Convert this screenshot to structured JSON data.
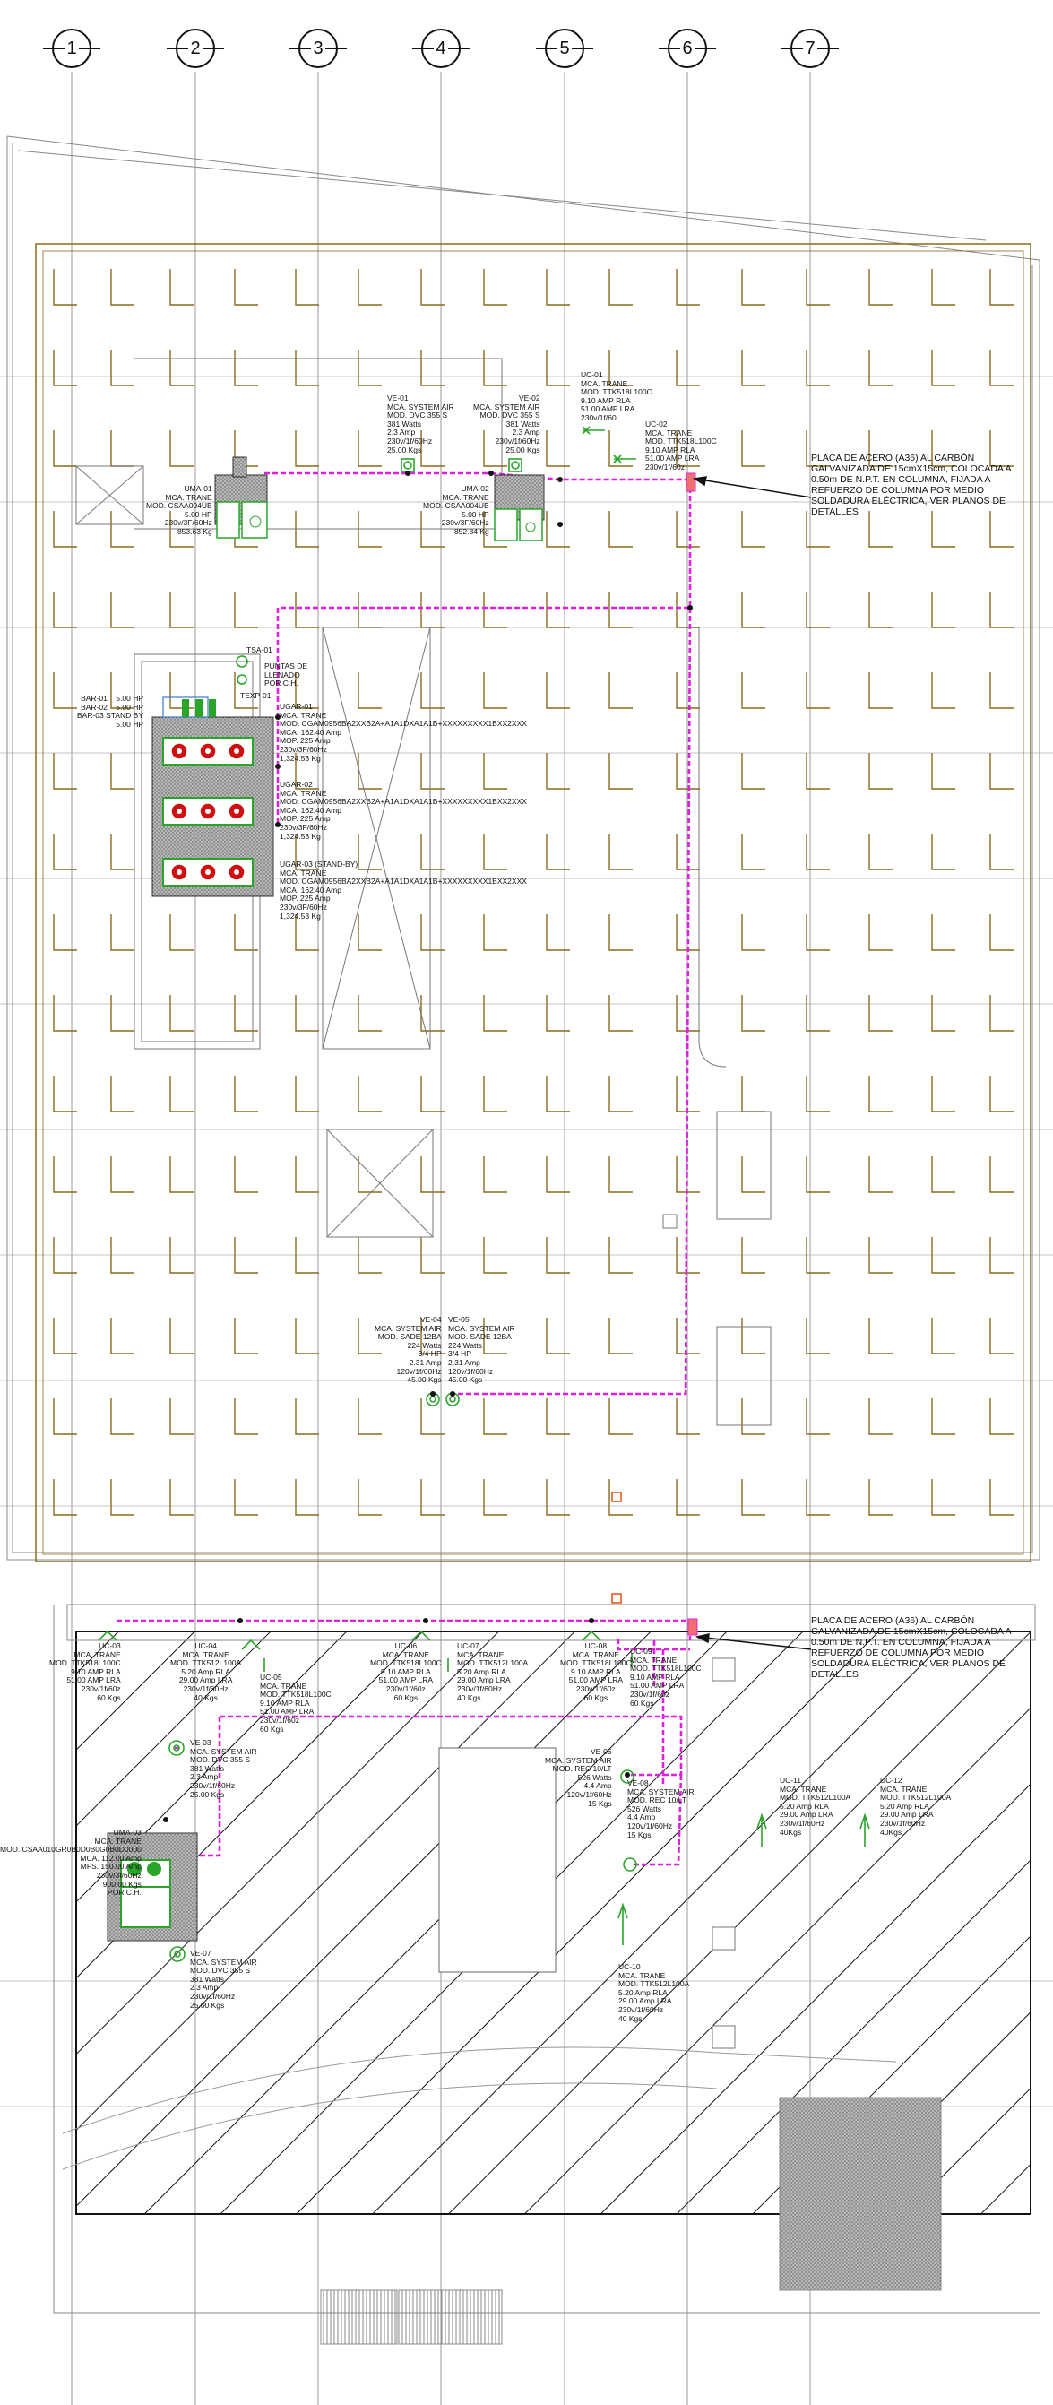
{
  "axes": [
    "1",
    "2",
    "3",
    "4",
    "5",
    "6",
    "7"
  ],
  "notes": {
    "plate_top": "PLACA DE ACERO (A36) AL CARBÓN GALVANIZADA DE 15cmX15cm, COLOCADA A 0.50m DE N.P.T. EN COLUMNA, FIJADA A REFUERZO DE COLUMNA POR MEDIO SOLDADURA ELÉCTRICA, VER PLANOS DE DETALLES",
    "plate_bottom": "PLACA DE ACERO (A36) AL CARBÓN GALVANIZADA DE 15cmX15cm, COLOCADA A 0.50m DE N.P.T. EN COLUMNA, FIJADA A REFUERZO DE COLUMNA POR MEDIO SOLDADURA ELÉCTRICA, VER PLANOS DE DETALLES"
  },
  "labels": {
    "uc01": "UC-01\nMCA. TRANE\nMOD. TTK518L100C\n9.10 AMP RLA\n51.00 AMP LRA\n230v/1f/60",
    "uc02_top": "UC-02\nMCA. TRANE\nMOD. TTK518L100C\n9.10 AMP RLA\n51.00 AMP LRA\n230v/1f/60z",
    "ve01": "VE-01\nMCA. SYSTEM AIR\nMOD. DVC 355 S\n381 Watts\n2.3 Amp\n230v/1f/60Hz\n25.00 Kgs",
    "ve02": "VE-02\nMCA. SYSTEM AIR\nMOD. DVC 355 S\n381 Watts\n2.3 Amp\n230v/1f/60Hz\n25.00 Kgs",
    "uma01": "UMA-01\nMCA. TRANE\nMOD. CSAA004UB\n5.00 HP\n230v/3F/60Hz\n853.63 Kg",
    "uma02": "UMA-02\nMCA. TRANE\nMOD. CSAA004UB\n5.00 HP\n230v/3F/60Hz\n852.84 Kg",
    "tsa01": "TSA-01",
    "puntas": "PUNTAS DE\nLLENADO\nPOR C.H.",
    "texp01": "TEXP-01",
    "bombas": "BAR-01    5.00 HP\nBAR-02    5.00 HP\nBAR-03 STAND BY\n5.00 HP",
    "ugar01": "UGAR-01\nMCA. TRANE\nMOD. CGAM0956BA2XXB2A+A1A1DXA1A1B+XXXXXXXXX1BXX2XXX\nMCA. 162.40 Amp\nMOP. 225 Amp\n230v/3F/60Hz\n1,324.53 Kg",
    "ugar02": "UGAR-02\nMCA. TRANE\nMOD. CGAM0956BA2XXB2A+A1A1DXA1A1B+XXXXXXXXX1BXX2XXX\nMCA. 162.40 Amp\nMOP. 225 Amp\n230v/3F/60Hz\n1,324.53 Kg",
    "ugar03": "UGAR-03 (STAND-BY)\nMCA. TRANE\nMOD. CGAM0956BA2XXB2A+A1A1DXA1A1B+XXXXXXXXX1BXX2XXX\nMCA. 162.40 Amp\nMOP. 225 Amp\n230v/3F/60Hz\n1,324.53 Kg",
    "ve04": "VE-04\nMCA. SYSTEM AIR\nMOD. SADE 12BA\n224 Watts\n3/4 HP\n2.31 Amp\n120v/1f/60Hz\n45.00 Kgs",
    "ve05": "VE-05\nMCA. SYSTEM AIR\nMOD. SADE 12BA\n224 Watts\n3/4 HP\n2.31 Amp\n120v/1f/60Hz\n45.00 Kgs",
    "uc03": "UC-03\nMCA. TRANE\nMOD. TTK518L100C\n9.10 AMP RLA\n51.00 AMP LRA\n230v/1f/60z\n60 Kgs",
    "uc04": "UC-04\nMCA. TRANE\nMOD. TTK512L100A\n5.20 Amp RLA\n29.00 Amp LRA\n230v/1f/60Hz\n40 Kgs",
    "uc05": "UC-05\nMCA. TRANE\nMOD. TTK518L100C\n9.10 AMP RLA\n51.00 AMP LRA\n230v/1f/60z\n60 Kgs",
    "uc06": "UC-06\nMCA. TRANE\nMOD. TTK518L100C\n9.10 AMP RLA\n51.00 AMP LRA\n230v/1f/60z\n60 Kgs",
    "uc07": "UC-07\nMCA. TRANE\nMOD. TTK512L100A\n5.20 Amp RLA\n29.00 Amp LRA\n230v/1f/60Hz\n40 Kgs",
    "uc08": "UC-08\nMCA. TRANE\nMOD. TTK518L100C\n9.10 AMP RLA\n51.00 AMP LRA\n230v/1f/60z\n60 Kgs",
    "uc09": "UC-09\nMCA. TRANE\nMOD. TTK518L100C\n9.10 AMP RLA\n51.00 AMP LRA\n230v/1f/60z\n60 Kgs",
    "ve03": "VE-03\nMCA. SYSTEM AIR\nMOD. DVC 355 S\n381 Watts\n2.3 Amp\n230v/1f/60Hz\n25.00 Kgs",
    "ve06": "VE-06\nMCA. SYSTEM AIR\nMOD. REC 10/LT\n526 Watts\n4.4 Amp\n120v/1f/60Hz\n15 Kgs",
    "ve08": "VE-08\nMCA. SYSTEM AIR\nMOD. REC 10/LT\n526 Watts\n4.4 Amp\n120v/1f/60Hz\n15 Kgs",
    "uc11": "UC-11\nMCA. TRANE\nMOD. TTK512L100A\n5.20 Amp RLA\n29.00 Amp LRA\n230v/1f/60Hz\n40Kgs",
    "uc12": "UC-12\nMCA. TRANE\nMOD. TTK512L100A\n5.20 Amp RLA\n29.00 Amp LRA\n230v/1f/60Hz\n40Kgs",
    "uma03": "UMA-03\nMCA. TRANE\nMOD. CSAA010GR0B0D0B0G0B0D0000\nMCA. 112.00 Amp\nMFS. 150.00 Amp\n230v/3f/60Hz\n900.00 Kgs\nPOR C.H.",
    "ve07": "VE-07\nMCA. SYSTEM AIR\nMOD. DVC 355 S\n381 Watts\n2.3 Amp\n230v/1f/60Hz\n25.00 Kgs",
    "uc10": "UC-10\nMCA. TRANE\nMOD. TTK512L100A\n5.20 Amp RLA\n29.00 Amp LRA\n230v/1f/60Hz\n40 Kgs"
  },
  "colors": {
    "grid_bracket": "#8a6a1c",
    "conduit": "#e020e0",
    "equipment": "#2aa52a",
    "chiller_fill": "#c0c0c0",
    "chiller_red": "#d01010",
    "line": "#222222"
  }
}
